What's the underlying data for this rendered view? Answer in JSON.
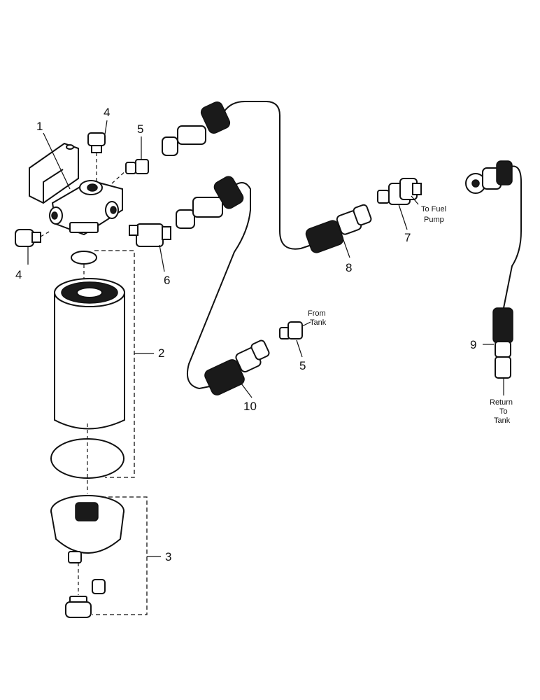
{
  "callouts": {
    "c1": "1",
    "c2": "2",
    "c3": "3",
    "c4a": "4",
    "c4b": "4",
    "c5a": "5",
    "c5b": "5",
    "c6": "6",
    "c7": "7",
    "c8": "8",
    "c9": "9",
    "c10": "10"
  },
  "notes": {
    "to_fuel_pump_1": "To Fuel",
    "to_fuel_pump_2": "Pump",
    "from_tank_1": "From",
    "from_tank_2": "Tank",
    "return_to_tank_1": "Return",
    "return_to_tank_2": "To",
    "return_to_tank_3": "Tank"
  }
}
